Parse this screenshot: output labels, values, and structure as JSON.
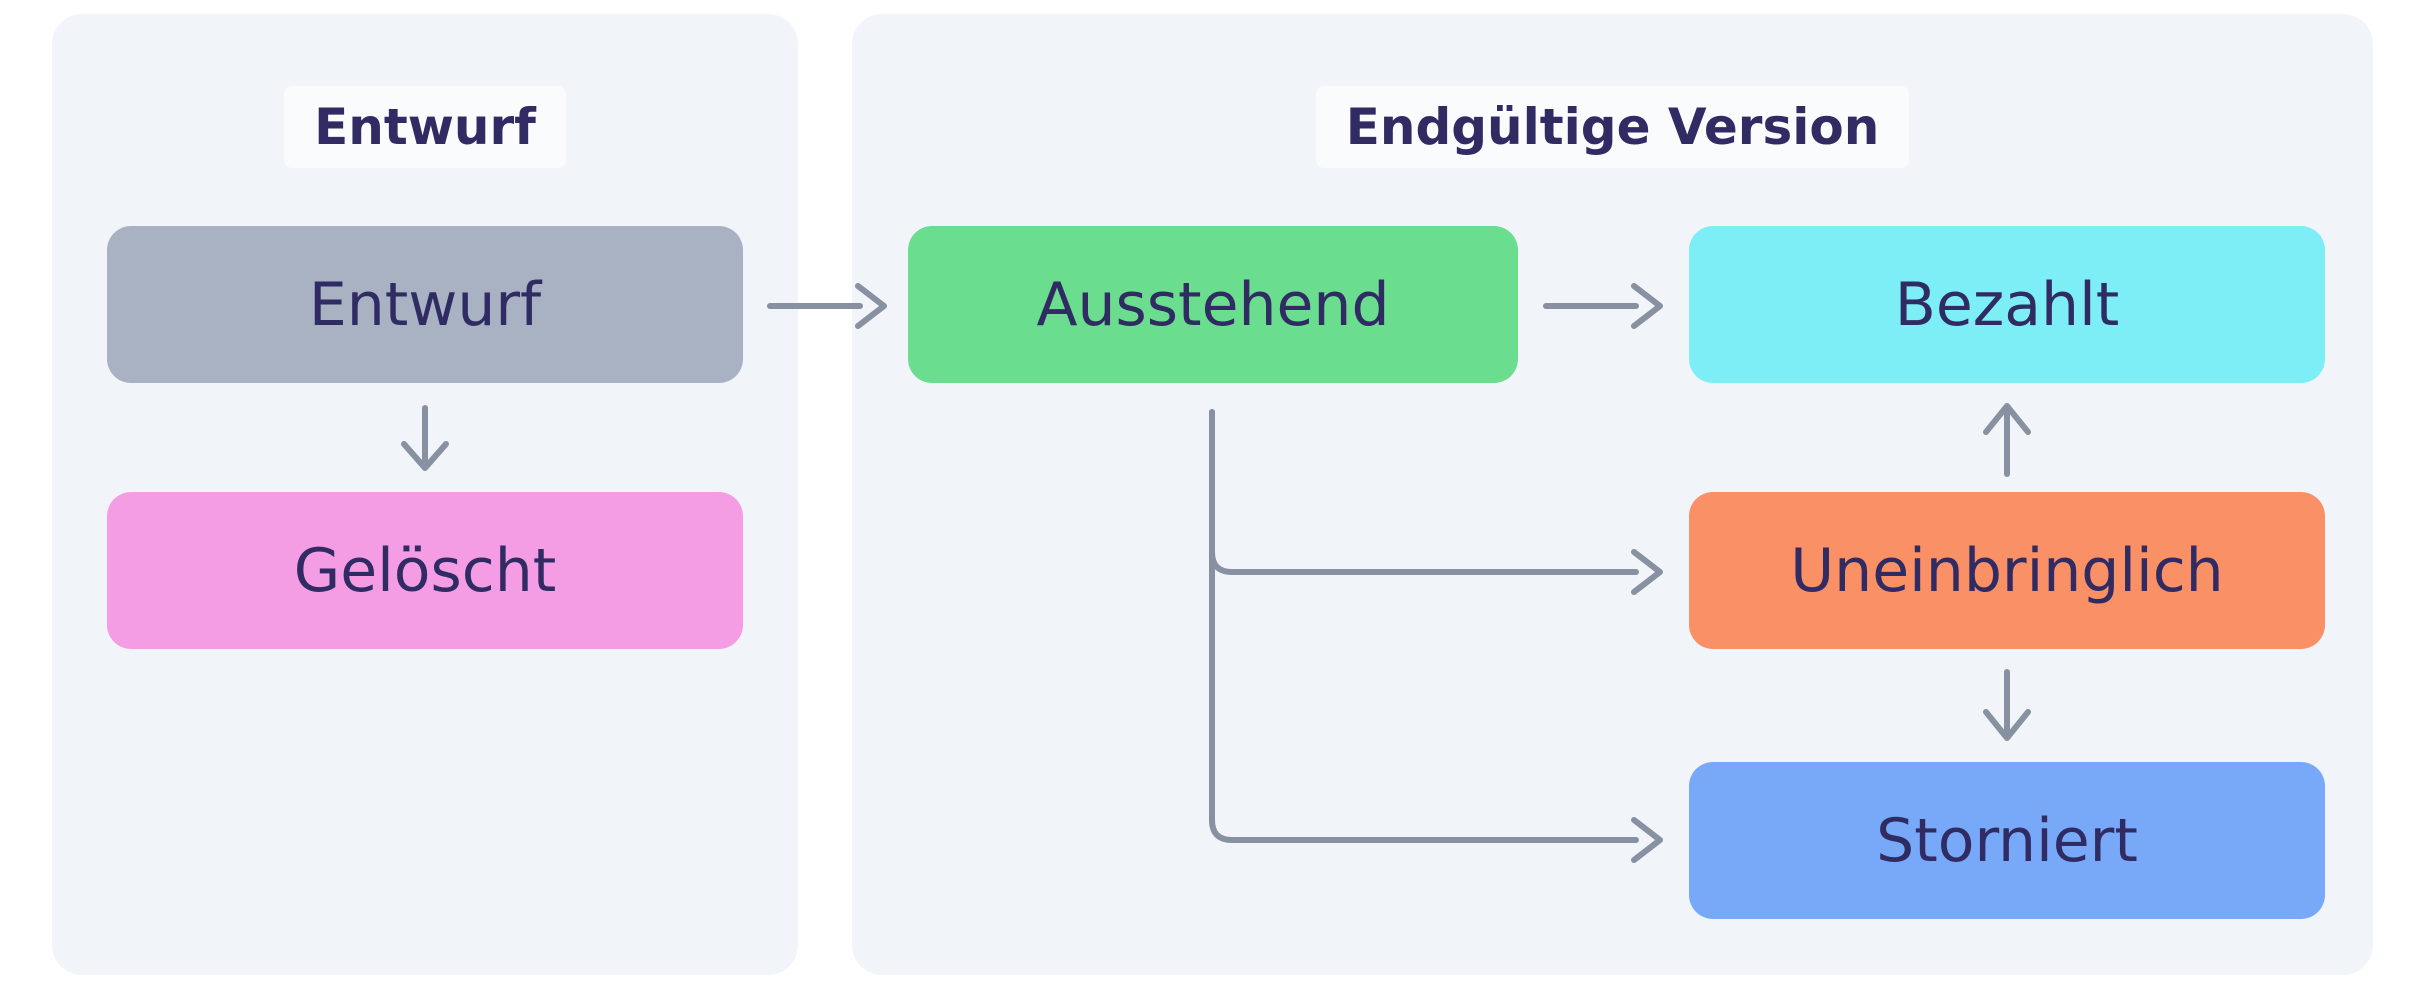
{
  "diagram": {
    "type": "state-flowchart",
    "language": "de"
  },
  "colors": {
    "canvas_bg": "#ffffff",
    "panel_bg": "#f1f5f9",
    "text": "#302c63",
    "arrow": "#8791a1",
    "title_badge_bg": "rgba(255,255,255,0.55)"
  },
  "panels": {
    "draft": {
      "title": "Entwurf"
    },
    "final": {
      "title": "Endgültige Version"
    }
  },
  "nodes": {
    "entwurf": {
      "label": "Entwurf",
      "color": "#a8b2c2"
    },
    "geloescht": {
      "label": "Gelöscht",
      "color": "#f49de5"
    },
    "ausstehend": {
      "label": "Ausstehend",
      "color": "#6bdd8e"
    },
    "bezahlt": {
      "label": "Bezahlt",
      "color": "#7deef5"
    },
    "uneinbringlich": {
      "label": "Uneinbringlich",
      "color": "#fa9065"
    },
    "storniert": {
      "label": "Storniert",
      "color": "#77a9f8"
    }
  },
  "edges": [
    {
      "from": "Entwurf",
      "to": "Gelöscht",
      "direction": "down"
    },
    {
      "from": "Entwurf",
      "to": "Ausstehend",
      "direction": "right"
    },
    {
      "from": "Ausstehend",
      "to": "Bezahlt",
      "direction": "right"
    },
    {
      "from": "Ausstehend",
      "to": "Uneinbringlich",
      "direction": "down-right"
    },
    {
      "from": "Ausstehend",
      "to": "Storniert",
      "direction": "down-right"
    },
    {
      "from": "Uneinbringlich",
      "to": "Bezahlt",
      "direction": "up"
    },
    {
      "from": "Uneinbringlich",
      "to": "Storniert",
      "direction": "down"
    }
  ]
}
